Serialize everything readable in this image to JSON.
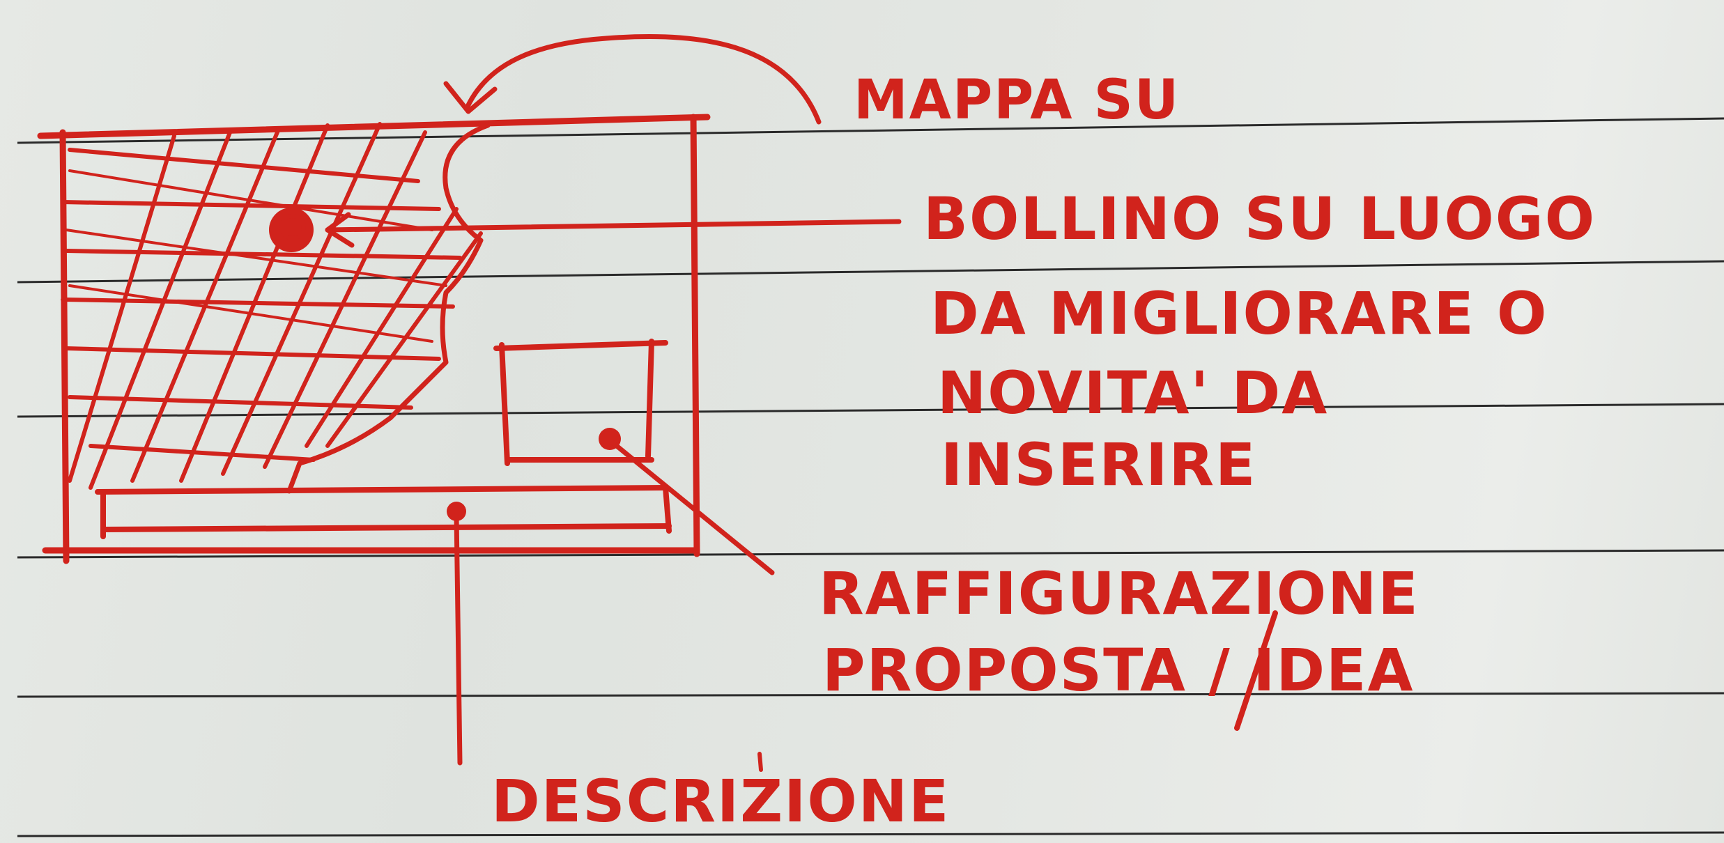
{
  "colors": {
    "paper": "#e4e7e3",
    "ruled_line": "#2a2a2a",
    "ink": "#d1231c"
  },
  "sketch": {
    "mappa_label": "MAPPA SU",
    "bollino_label": [
      "BOLLINO SU LUOGO",
      "DA MIGLIORARE O",
      "NOVITA' DA",
      "INSERIRE"
    ],
    "raffigurazione_label": [
      "RAFFIGURAZIONE",
      "PROPOSTA / IDEA"
    ],
    "descrizione_label": "DESCRIZIONE"
  }
}
